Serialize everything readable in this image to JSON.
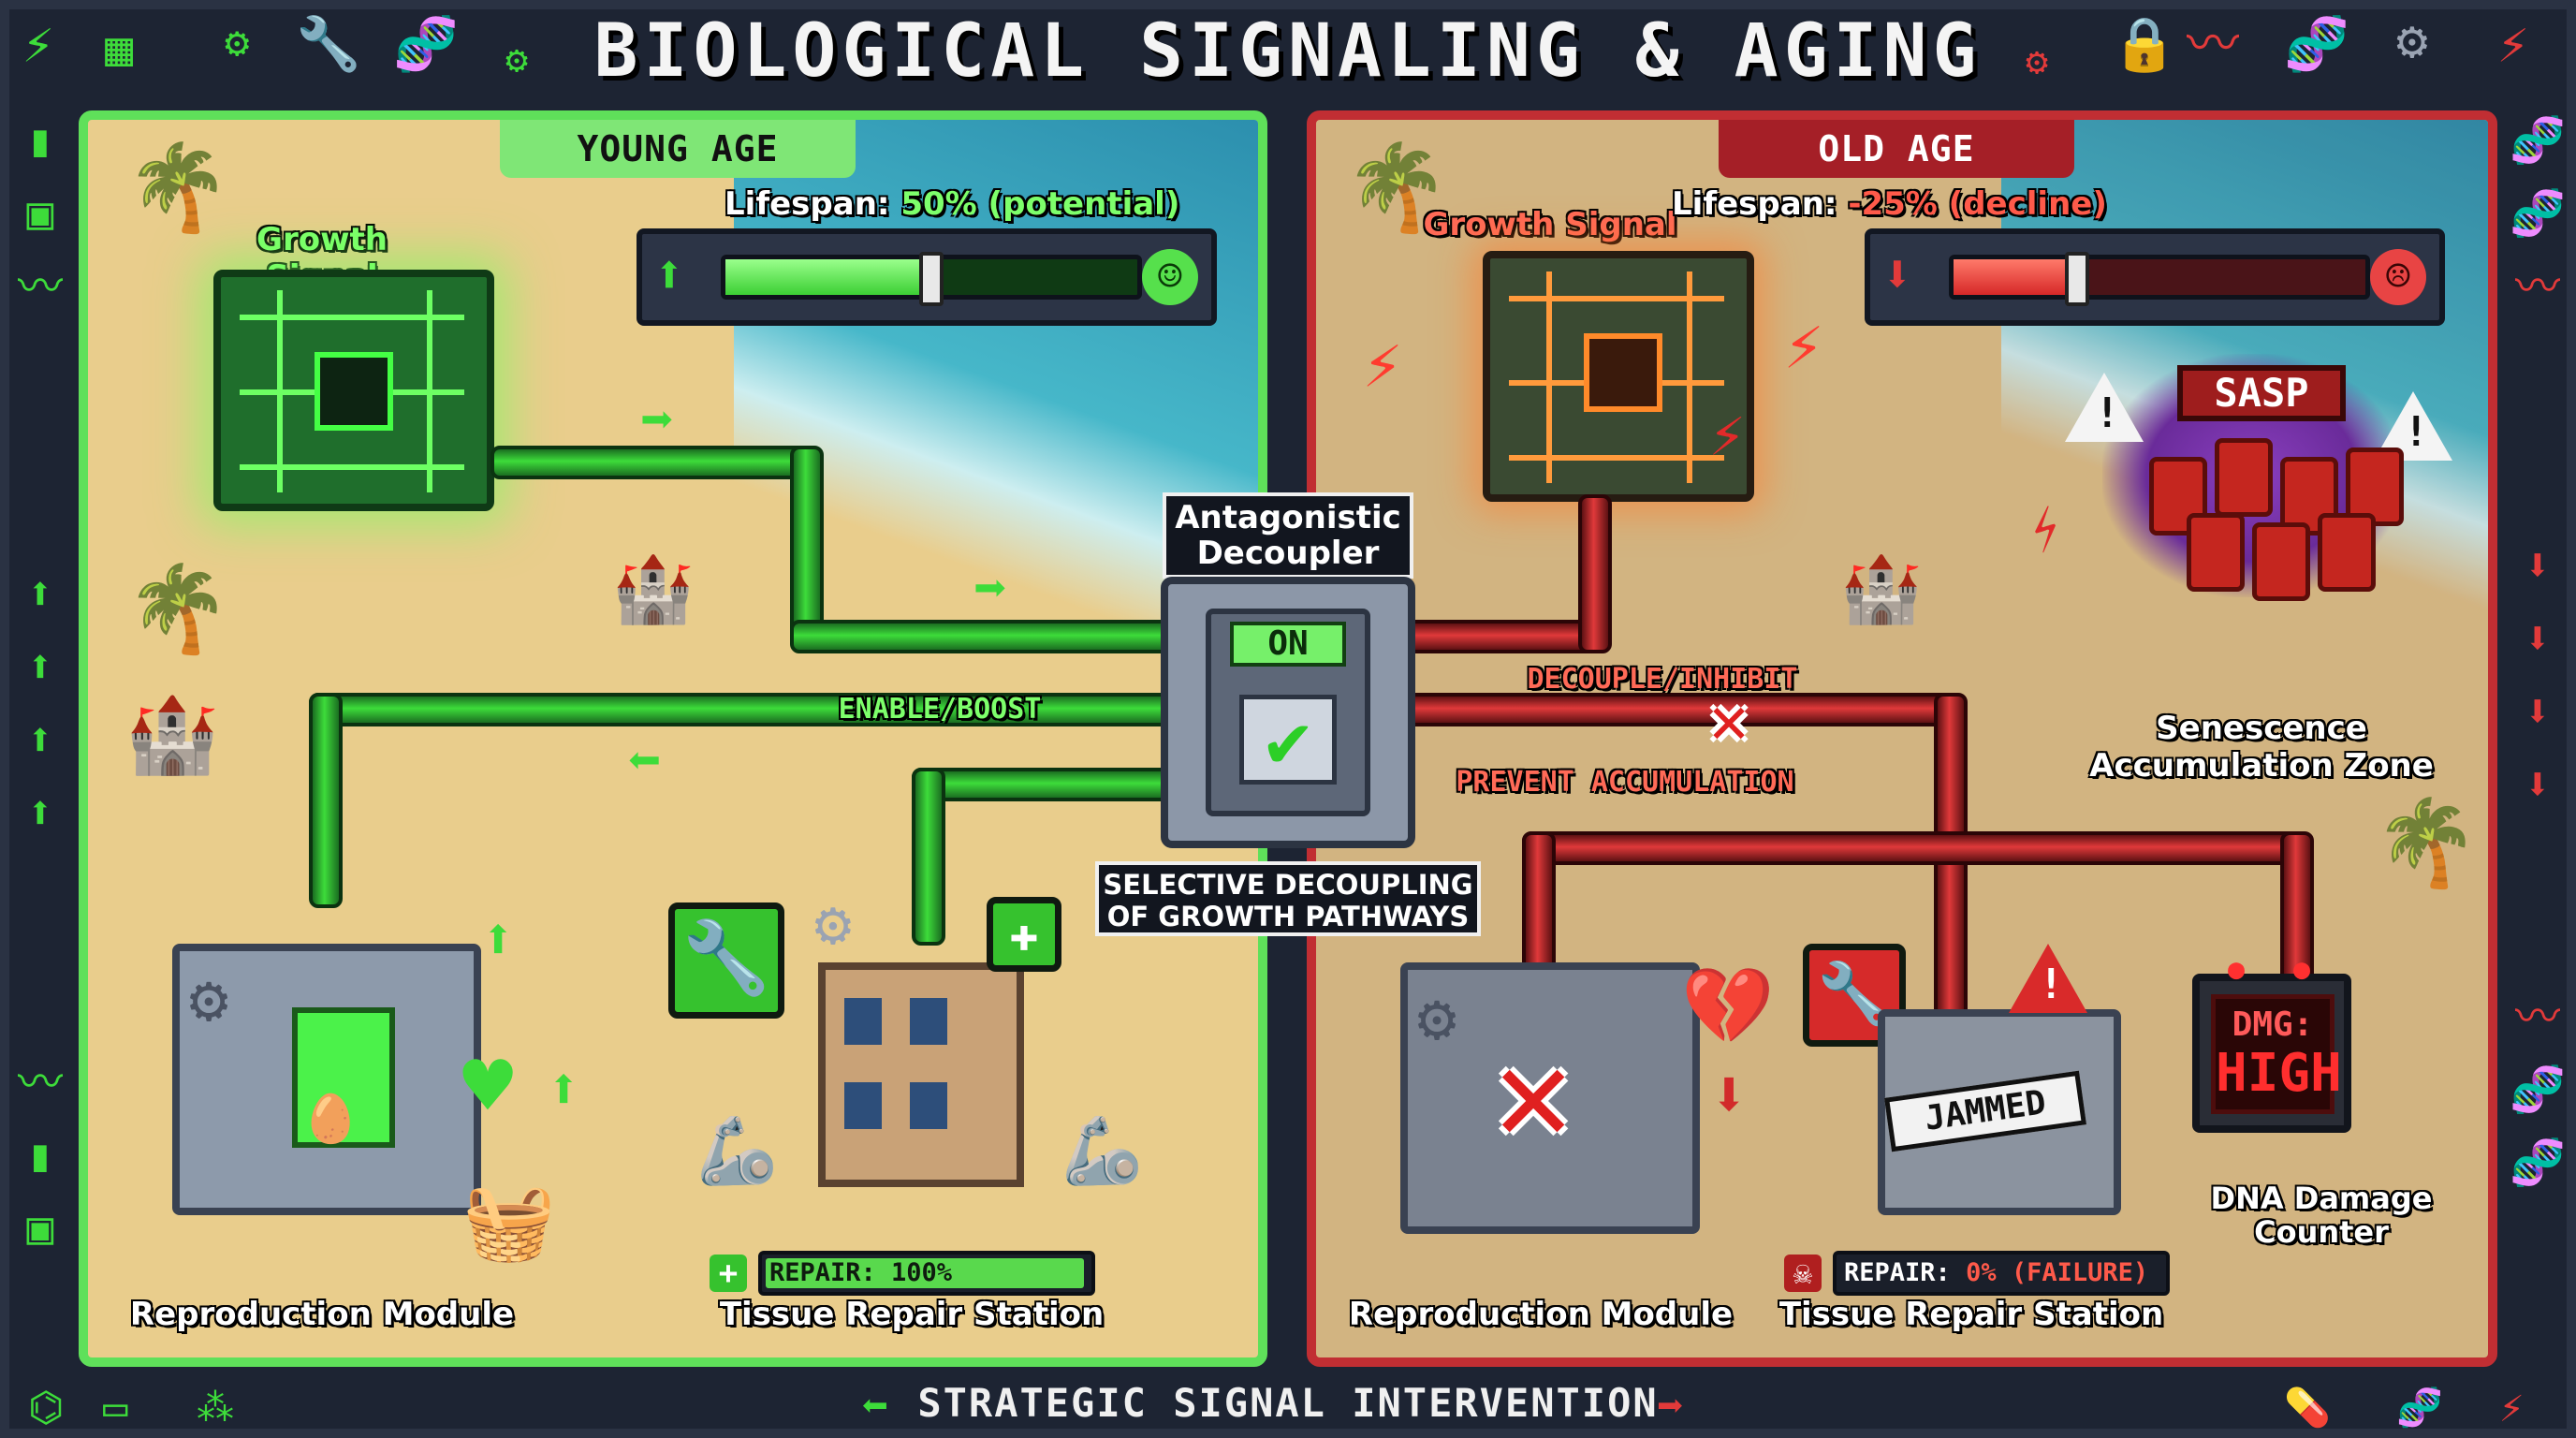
{
  "header": {
    "title": "BIOLOGICAL SIGNALING & AGING"
  },
  "footer": {
    "text": "STRATEGIC SIGNAL INTERVENTION"
  },
  "young": {
    "tab": "YOUNG AGE",
    "growth_signal": "Growth Signal",
    "lifespan_prefix": "Lifespan:",
    "lifespan_value": "50% (potential)",
    "lifespan_level": 0.5,
    "enable_label": "ENABLE/BOOST",
    "reproduction_label": "Reproduction Module",
    "tissue_label": "Tissue Repair Station",
    "repair_text": "REPAIR: 100%",
    "repair_level": 1.0
  },
  "old": {
    "tab": "OLD AGE",
    "growth_signal": "Growth Signal",
    "lifespan_prefix": "Lifespan:",
    "lifespan_value": "-25% (decline)",
    "lifespan_level": 0.3,
    "decouple_label": "DECOUPLE/INHIBIT",
    "prevent_label": "PREVENT ACCUMULATION",
    "sasp_label": "SASP",
    "senescence_label_1": "Senescence",
    "senescence_label_2": "Accumulation Zone",
    "reproduction_label": "Reproduction Module",
    "tissue_label": "Tissue Repair Station",
    "repair_prefix": "REPAIR:",
    "repair_value": "0% (FAILURE)",
    "jammed": "JAMMED",
    "dmg_line1": "DMG:",
    "dmg_line2": "HIGH",
    "dna_label_1": "DNA Damage",
    "dna_label_2": "Counter"
  },
  "decoupler": {
    "title_1": "Antagonistic",
    "title_2": "Decoupler",
    "switch_state": "ON",
    "callout_1": "SELECTIVE DECOUPLING",
    "callout_2": "OF GROWTH PATHWAYS"
  },
  "colors": {
    "young_accent": "#5fe05a",
    "old_accent": "#c12e33",
    "frame": "#1d2433"
  }
}
